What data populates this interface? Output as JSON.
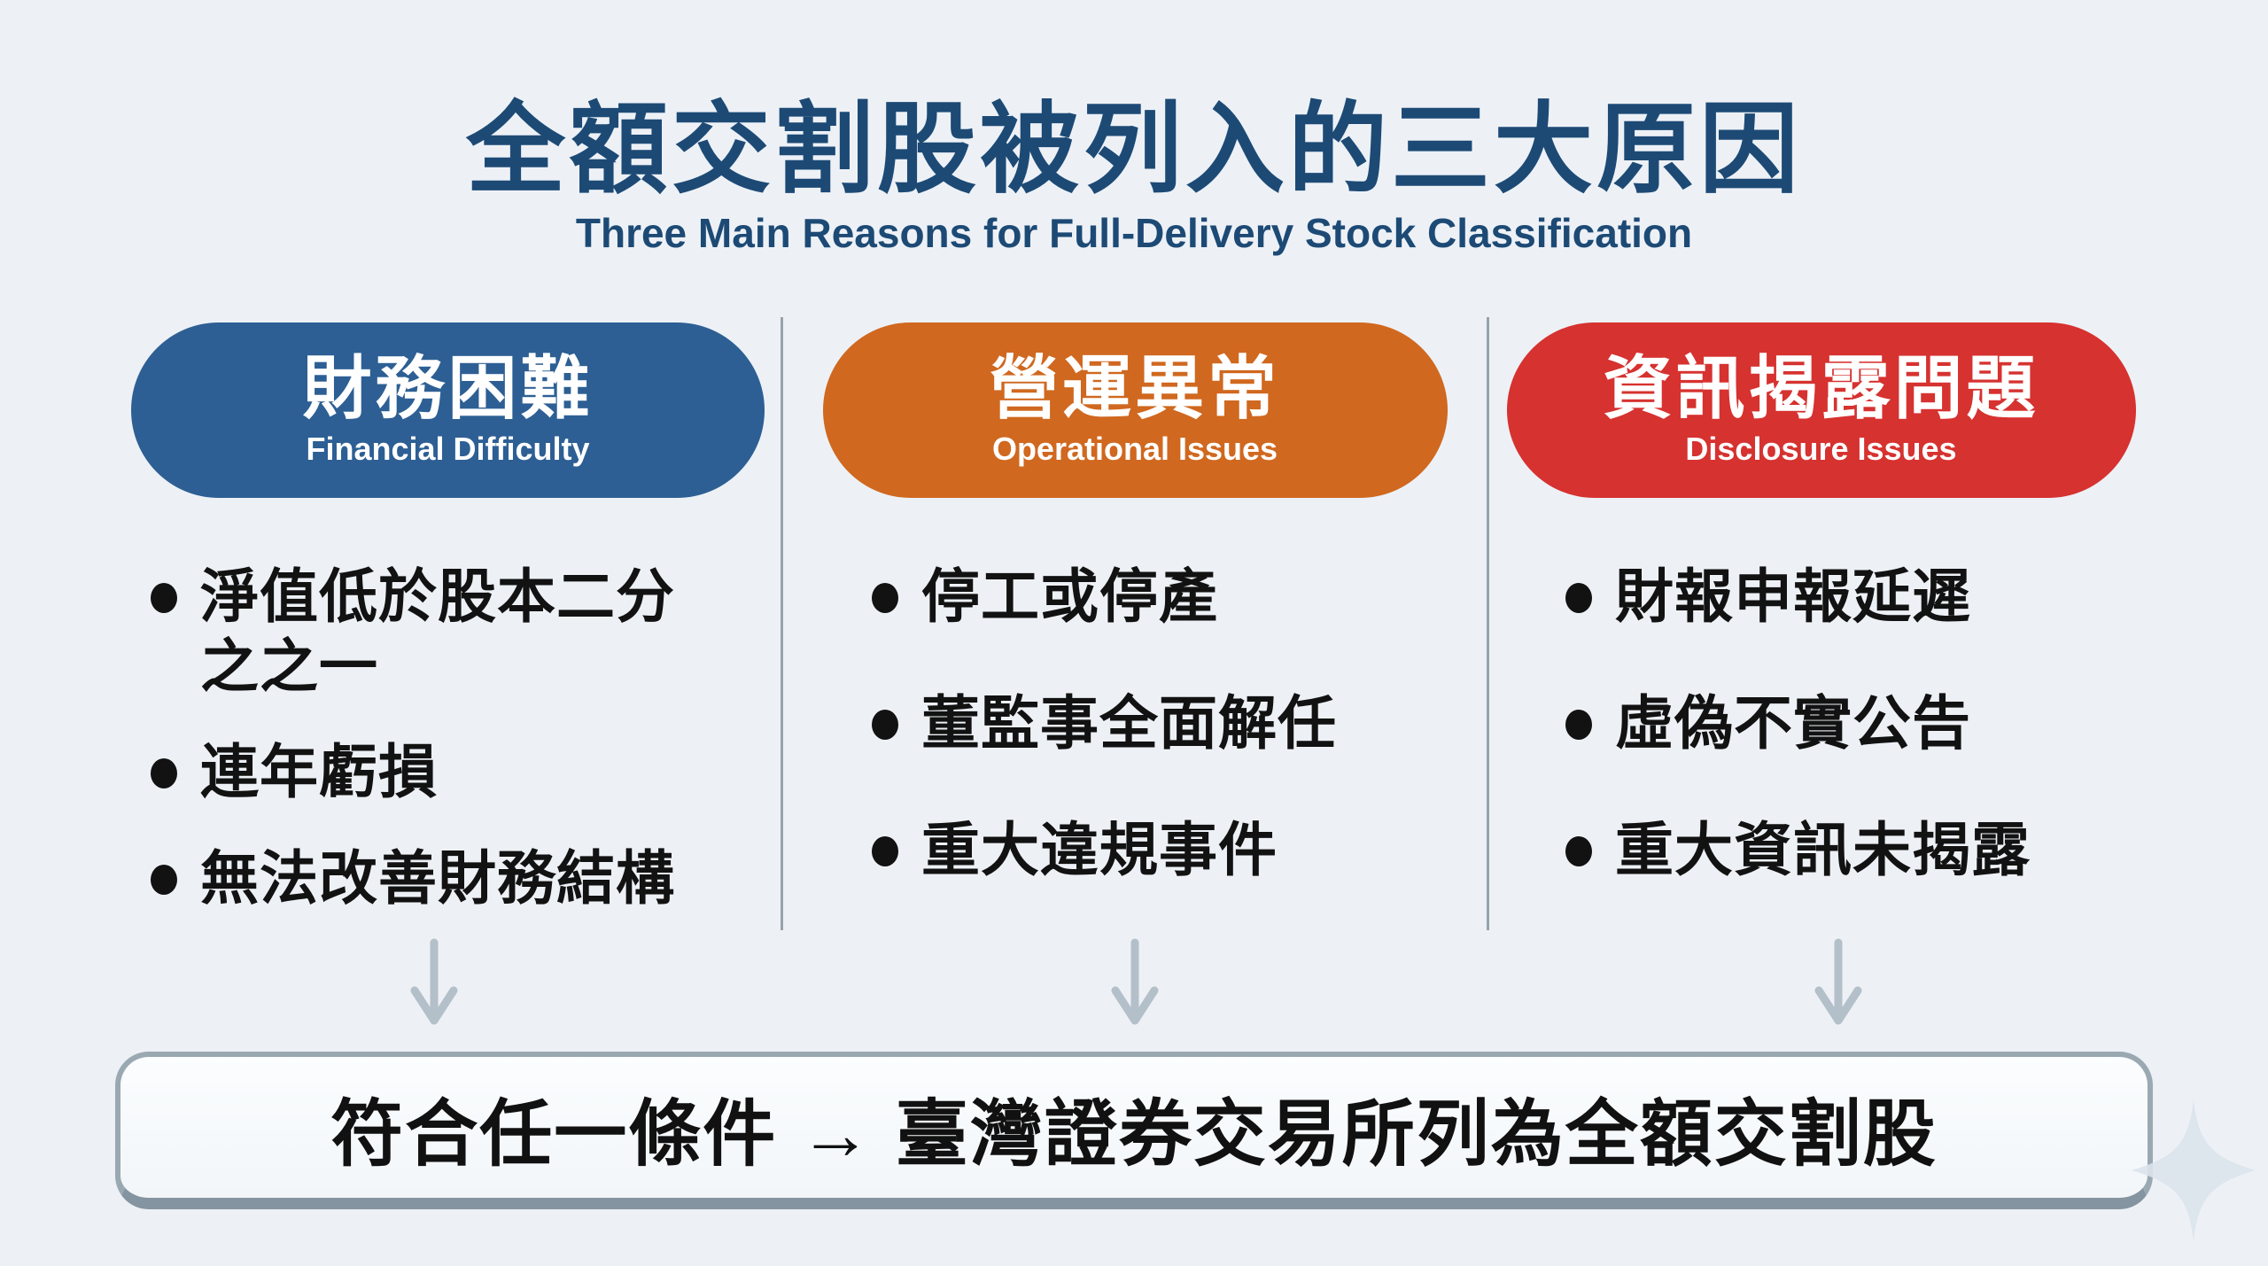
{
  "header": {
    "title_zh": "全額交割股被列入的三大原因",
    "subtitle_en": "Three Main Reasons for Full-Delivery Stock Classification"
  },
  "columns": [
    {
      "id": "financial-difficulty",
      "header_zh": "財務困難",
      "header_en": "Financial Difficulty",
      "color": "#2d5f94",
      "bullets": [
        "淨值低於股本二分之之一",
        "連年虧損",
        "無法改善財務結構"
      ]
    },
    {
      "id": "operational-issues",
      "header_zh": "營運異常",
      "header_en": "Operational Issues",
      "color": "#d0681f",
      "bullets": [
        "停工或停產",
        "董監事全面解任",
        "重大違規事件"
      ]
    },
    {
      "id": "disclosure-issues",
      "header_zh": "資訊揭露問題",
      "header_en": "Disclosure Issues",
      "color": "#d63230",
      "bullets": [
        "財報申報延遲",
        "虛偽不實公告",
        "重大資訊未揭露"
      ]
    }
  ],
  "conclusion": {
    "text": "符合任一條件 → 臺灣證券交易所列為全額交割股"
  },
  "colors": {
    "background": "#edf1f6",
    "title": "#1d4a75",
    "financial_blue": "#2d5f94",
    "operational_orange": "#d0681f",
    "disclosure_red": "#d63230",
    "bullet_text": "#121212",
    "divider": "#98a2ab",
    "arrow": "#b3bfc9",
    "box_border": "#9aa8b2",
    "box_background": "#f7fafc"
  }
}
